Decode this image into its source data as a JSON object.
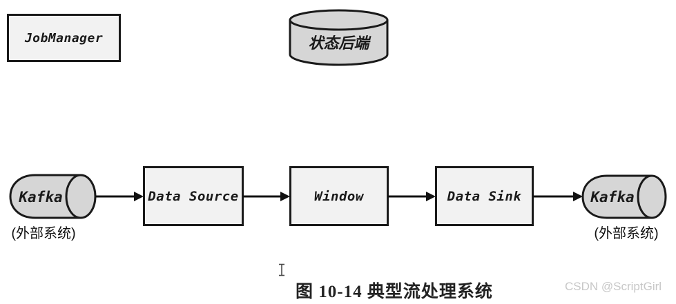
{
  "diagram": {
    "job_manager": {
      "label": "JobManager"
    },
    "state_backend": {
      "label": "状态后端"
    },
    "flow": {
      "source_kafka": {
        "label": "Kafka",
        "sublabel": "(外部系统)"
      },
      "nodes": [
        {
          "label": "Data Source"
        },
        {
          "label": "Window"
        },
        {
          "label": "Data Sink"
        }
      ],
      "sink_kafka": {
        "label": "Kafka",
        "sublabel": "(外部系统)"
      }
    },
    "caption": "图 10-14 典型流处理系统",
    "watermark": "CSDN @ScriptGirl",
    "colors": {
      "box_fill": "#f2f2f2",
      "box_border": "#1a1a1a",
      "cylinder_fill": "#d6d6d6",
      "arrow_color": "#111111",
      "label_color": "#1a1a1a",
      "caption_color": "#222222",
      "watermark_color": "#c7c7c7",
      "cursor_color": "#4a4a4a"
    }
  }
}
